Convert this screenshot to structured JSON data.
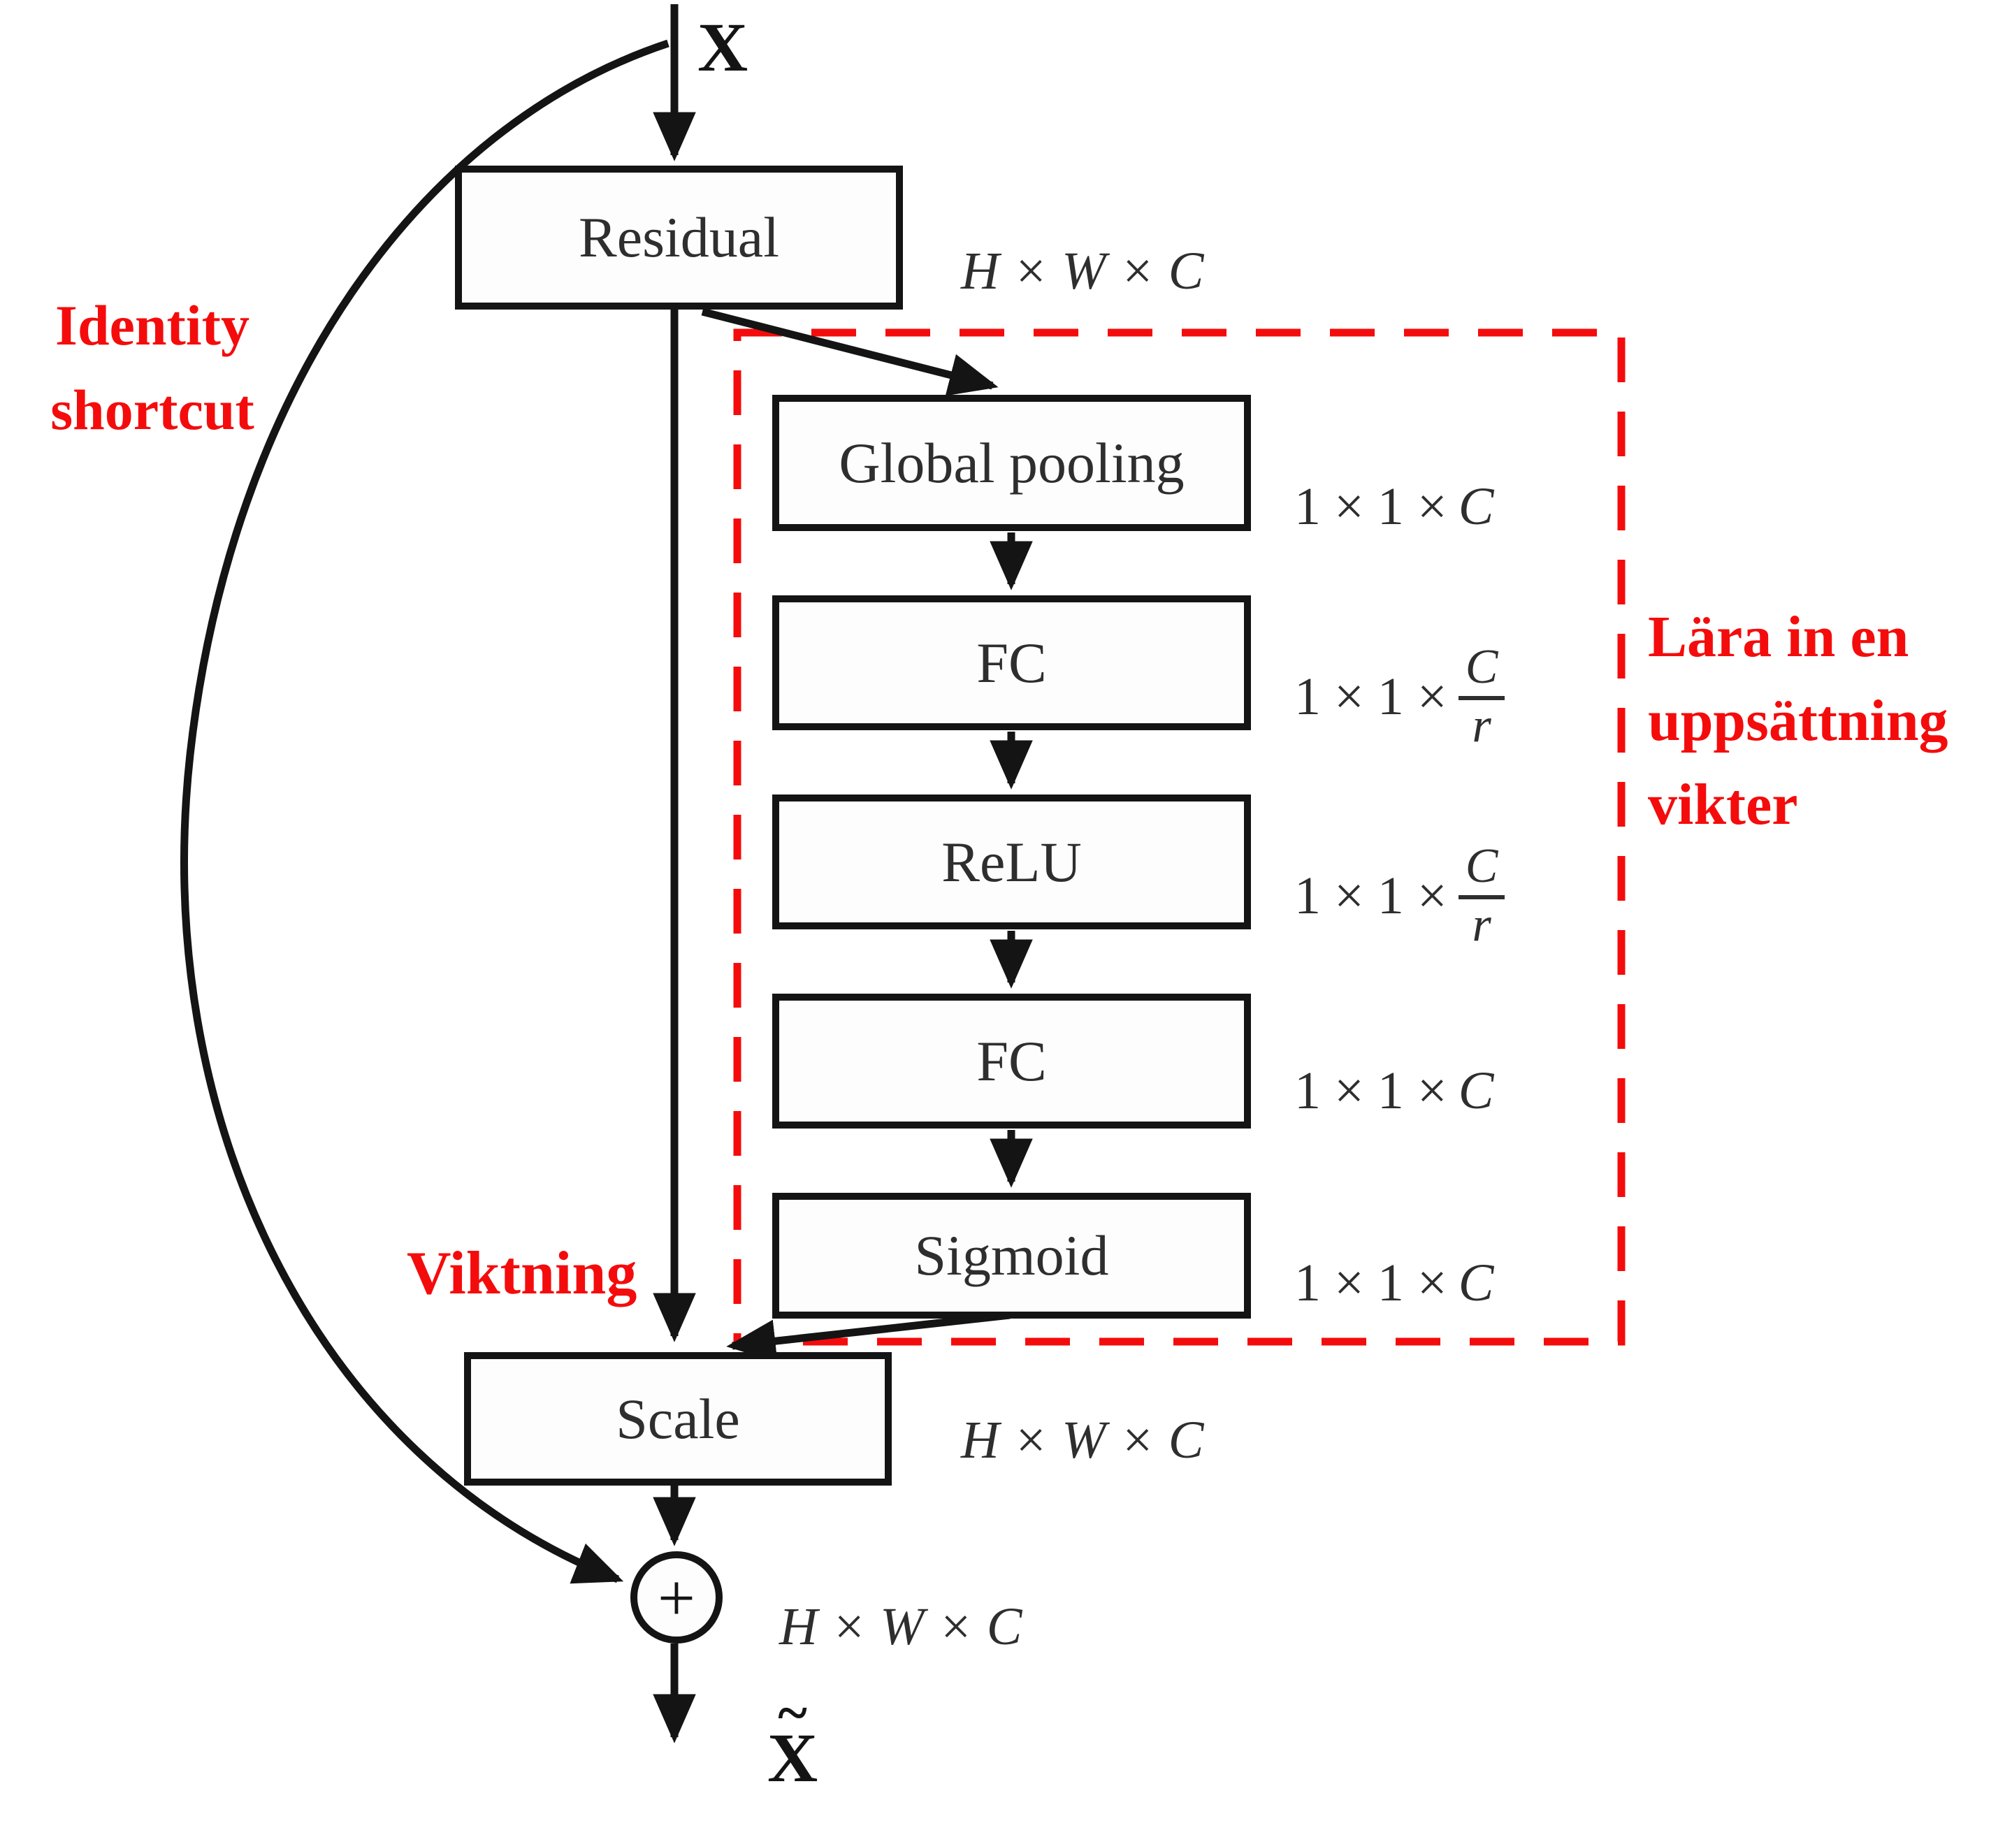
{
  "diagram": {
    "input": {
      "label": "X"
    },
    "output": {
      "tilde": "~",
      "label": "X"
    },
    "boxes": {
      "residual": {
        "label": "Residual"
      },
      "global_pooling": {
        "label": "Global pooling"
      },
      "fc1": {
        "label": "FC"
      },
      "relu": {
        "label": "ReLU"
      },
      "fc2": {
        "label": "FC"
      },
      "sigmoid": {
        "label": "Sigmoid"
      },
      "scale": {
        "label": "Scale"
      },
      "sum": {
        "symbol": "+"
      }
    },
    "dims": {
      "residual": {
        "text": "H × W × C"
      },
      "global_pooling": {
        "prefix": "1 × 1 ×",
        "var": "C"
      },
      "fc1": {
        "prefix": "1 × 1 ×",
        "num": "C",
        "den": "r"
      },
      "relu": {
        "prefix": "1 × 1 ×",
        "num": "C",
        "den": "r"
      },
      "fc2": {
        "prefix": "1 × 1 ×",
        "var": "C"
      },
      "sigmoid": {
        "prefix": "1 × 1 ×",
        "var": "C"
      },
      "scale": {
        "text": "H × W × C"
      },
      "sum": {
        "text": "H × W × C"
      }
    },
    "annotations": {
      "identity_shortcut": [
        "Identity",
        "shortcut"
      ],
      "weighting": "Viktning",
      "learn_weights": [
        "Lära in en",
        "uppsättning",
        "vikter"
      ]
    },
    "colors": {
      "annotation_red": "#f40c0c",
      "line_ink": "#141414"
    }
  }
}
